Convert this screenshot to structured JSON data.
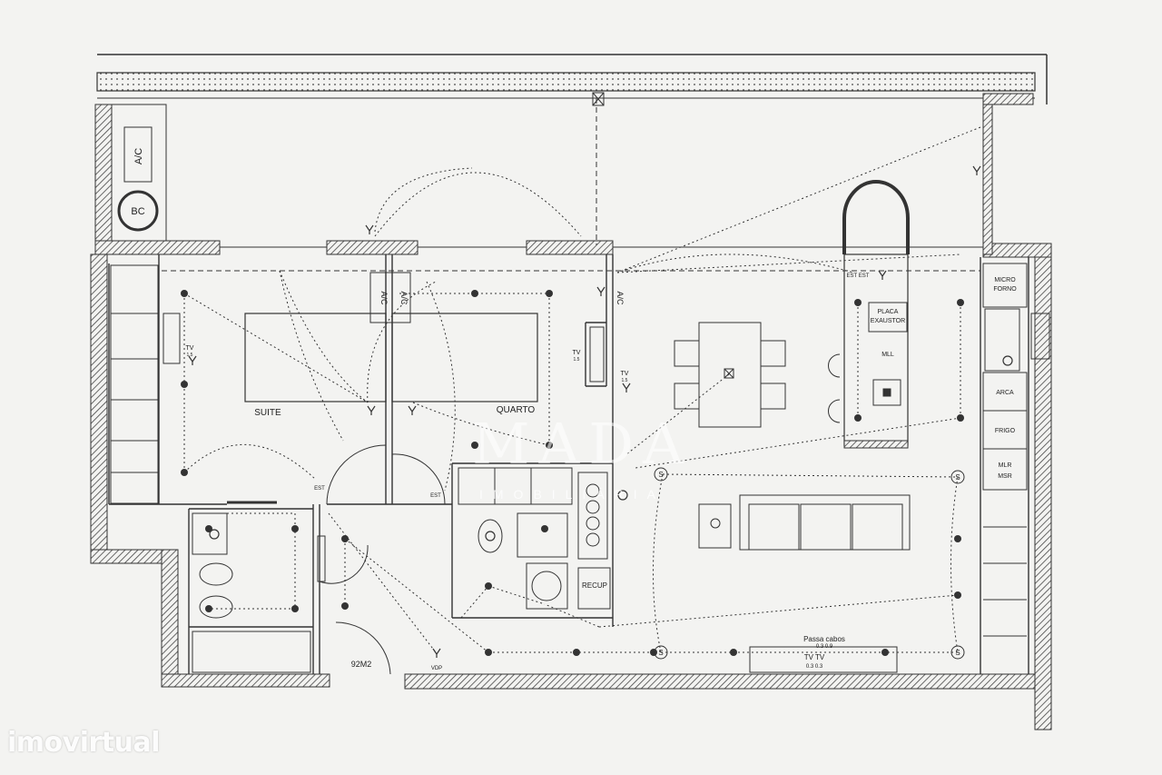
{
  "rooms": {
    "suite": "SUITE",
    "quarto": "QUARTO",
    "area": "92M2"
  },
  "equipment": {
    "ac_left": "A/C",
    "bc": "BC",
    "ac_mid": "A/C",
    "ac_right": "A/C",
    "micro_forno": [
      "MICRO",
      "FORNO"
    ],
    "placa_exaustor": [
      "PLACA",
      "EXAUSTOR"
    ],
    "mll": "MLL",
    "arca": "ARCA",
    "frigo": "FRIGO",
    "mlr_msr": [
      "MLR",
      "MSR"
    ],
    "recup": "RECUP",
    "vdp": "VDP",
    "passa_cabos": "Passa cabos",
    "passa_dims": "0.3     0.9",
    "tv_tv": "TV TV",
    "tv_tv_dims": "0.3  0.3",
    "est_est": "EST EST",
    "est_left": "EST",
    "est_mid": "EST",
    "tv_label": "TV",
    "tv_height": "1.5",
    "sockets_symbol": "S"
  },
  "watermarks": {
    "brand": "imovirtual",
    "center": "MADA",
    "center_sub": "IMOBILIÁRIA"
  },
  "colors": {
    "paper": "#f3f3f1",
    "ink": "#2a2a2a",
    "wall_hatch": "#555555"
  }
}
